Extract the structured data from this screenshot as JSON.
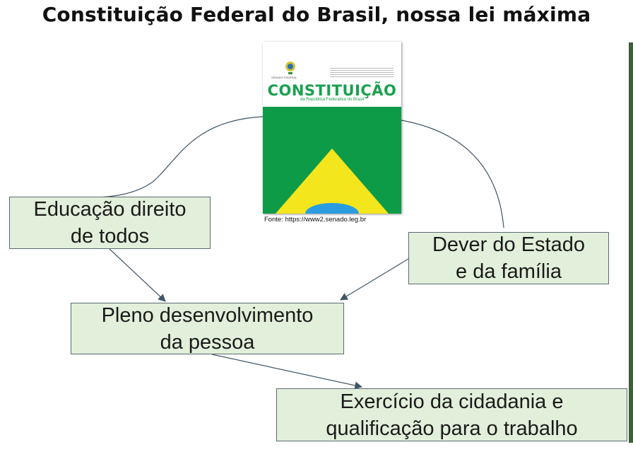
{
  "title": "Constituição Federal do Brasil, nossa lei máxima",
  "cover": {
    "word": "CONSTITUIÇÃO",
    "subtitle": "da República Federativa do Brasil",
    "publisher": "SENADO FEDERAL",
    "colors": {
      "green": "#0e9b47",
      "yellow": "#f4e61c",
      "blue": "#2a9de0"
    }
  },
  "source": "Fonte: https://www2.senado.leg.br",
  "nodes": {
    "educacao": [
      "Educação direito",
      "de todos"
    ],
    "dever": [
      "Dever do Estado",
      "e da família"
    ],
    "pleno": [
      "Pleno desenvolvimento",
      "da pessoa"
    ],
    "exercicio": [
      "Exercício da cidadania e",
      "qualificação para o trabalho"
    ]
  },
  "style": {
    "box_fill": "#e2efda",
    "box_border": "#5a6b72",
    "line_color": "#3f5566"
  }
}
